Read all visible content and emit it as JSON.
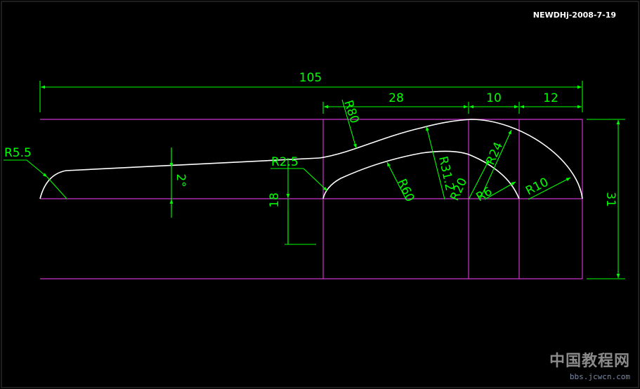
{
  "stamp": "NEWDHj-2008-7-19",
  "colors": {
    "background": "#000000",
    "dimension": "#00ff00",
    "construction": "#cc33cc",
    "profile": "#ffffff"
  },
  "dimensions": {
    "overall_width": "105",
    "seg_28": "28",
    "seg_10": "10",
    "seg_12": "12",
    "height_31": "31",
    "height_18": "18",
    "angle": "2°"
  },
  "radii": {
    "r80": "R80",
    "r5_5": "R5.5",
    "r2_5": "R2.5",
    "r60": "R60",
    "r31_2": "R31.2",
    "r20": "R20",
    "r24": "R24",
    "r6": "R6",
    "r10": "R10"
  },
  "watermark": {
    "title": "中国教程网",
    "url": "bbs.jcwcn.com"
  }
}
